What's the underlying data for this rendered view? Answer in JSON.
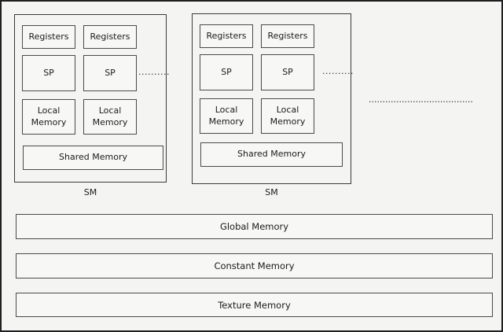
{
  "sm_blocks": [
    {
      "label": "SM",
      "registers": [
        "Registers",
        "Registers"
      ],
      "sp": [
        "SP",
        "SP"
      ],
      "local_memory": [
        "Local Memory",
        "Local Memory"
      ],
      "shared_memory": "Shared Memory",
      "ellipsis": ".........."
    },
    {
      "label": "SM",
      "registers": [
        "Registers",
        "Registers"
      ],
      "sp": [
        "SP",
        "SP"
      ],
      "local_memory": [
        "Local Memory",
        "Local Memory"
      ],
      "shared_memory": "Shared Memory",
      "ellipsis": ".........."
    }
  ],
  "ellipsis_long": "......................................",
  "memory_bars": [
    {
      "label": "Global Memory"
    },
    {
      "label": "Constant Memory"
    },
    {
      "label": "Texture Memory"
    }
  ],
  "colors": {
    "background": "#f4f4f2",
    "box_fill": "#f7f7f5",
    "outer_border": "#1f1f1f",
    "box_border": "#4a4a4a",
    "text": "#1b1b1b"
  }
}
